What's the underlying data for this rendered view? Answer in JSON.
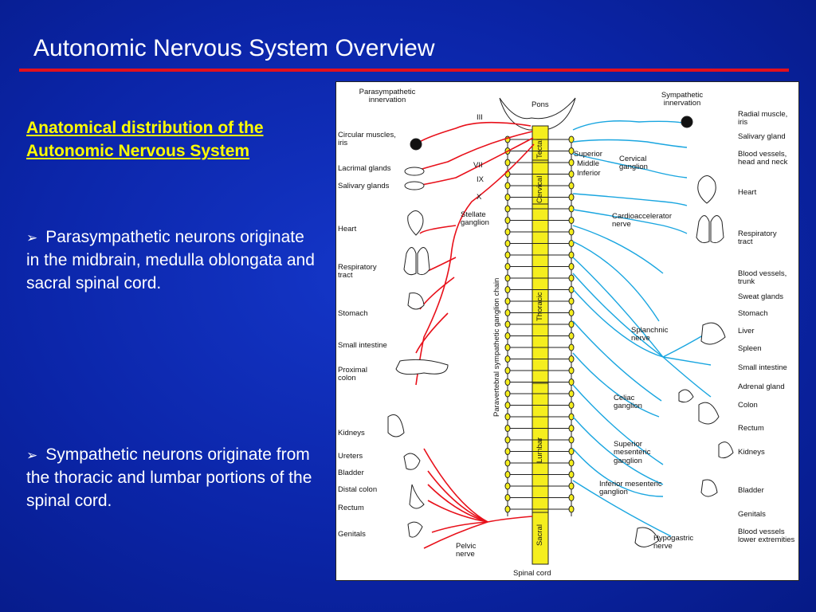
{
  "slide": {
    "title": "Autonomic Nervous System Overview",
    "subheading": "Anatomical distribution of the Autonomic Nervous System",
    "bullets": [
      "Parasympathetic neurons originate in the midbrain, medulla oblongata and sacral spinal cord.",
      "Sympathetic neurons originate from the thoracic and lumbar portions of the spinal cord."
    ],
    "accent_color": "#e3101c",
    "subheading_color": "#ffff00"
  },
  "diagram": {
    "colors": {
      "parasympathetic": "#e8101a",
      "sympathetic": "#1aa6e0",
      "cord": "#f5ee1e"
    },
    "left_header": "Parasympathetic innervation",
    "right_header": "Sympathetic innervation",
    "cord_labels": {
      "pons": "Pons",
      "tectal": "Tectal",
      "cervical": "Cervical",
      "thoracic": "Thoracic",
      "lumbar": "Lumbar",
      "sacral": "Sacral",
      "spinal_cord": "Spinal cord",
      "chain": "Paravertebral sympathetic ganglion chain"
    },
    "cranial_nerves": [
      "III",
      "VII",
      "IX",
      "X"
    ],
    "left_targets": [
      "Circular muscles, iris",
      "Lacrimal glands",
      "Salivary glands",
      "Heart",
      "Respiratory tract",
      "Stomach",
      "Small intestine",
      "Proximal colon",
      "Kidneys",
      "Ureters",
      "Bladder",
      "Distal colon",
      "Rectum",
      "Genitals"
    ],
    "left_ganglia": [
      "Stellate ganglion",
      "Pelvic nerve"
    ],
    "right_ganglia": [
      "Superior",
      "Middle",
      "Inferior",
      "Cervical ganglion",
      "Cardioaccelerator nerve",
      "Splanchnic nerve",
      "Celiac ganglion",
      "Superior mesenteric ganglion",
      "Inferior mesenteric ganglion",
      "Hypogastric nerve"
    ],
    "right_targets": [
      "Radial muscle, iris",
      "Salivary gland",
      "Blood vessels, head and neck",
      "Heart",
      "Respiratory tract",
      "Blood vessels, trunk",
      "Sweat glands",
      "Stomach",
      "Liver",
      "Spleen",
      "Small intestine",
      "Adrenal gland",
      "Colon",
      "Rectum",
      "Kidneys",
      "Bladder",
      "Genitals",
      "Blood vessels lower extremities"
    ]
  }
}
